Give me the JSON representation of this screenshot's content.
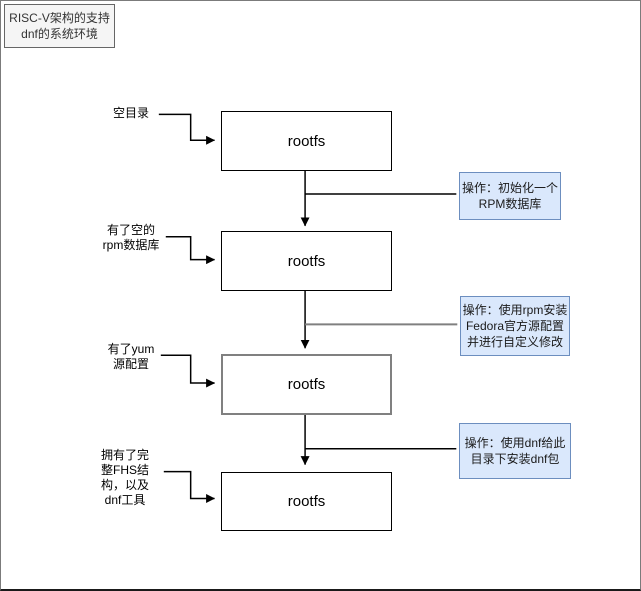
{
  "diagram": {
    "title": [
      "RISC-V架构的支持",
      "dnf的系统环境"
    ],
    "nodes": [
      {
        "label": "rootfs"
      },
      {
        "label": "rootfs"
      },
      {
        "label": "rootfs"
      },
      {
        "label": "rootfs"
      }
    ],
    "stage_labels": [
      {
        "text": [
          "空目录"
        ]
      },
      {
        "text": [
          "有了空的",
          "rpm数据库"
        ]
      },
      {
        "text": [
          "有了yum",
          "源配置"
        ]
      },
      {
        "text": [
          "拥有了完",
          "整FHS结",
          "构，以及",
          "dnf工具"
        ]
      }
    ],
    "operations": [
      {
        "text": [
          "操作：初始化一个",
          "RPM数据库"
        ]
      },
      {
        "text": [
          "操作：使用rpm安装",
          "Fedora官方源配置",
          "并进行自定义修改"
        ]
      },
      {
        "text": [
          "操作：使用dnf给此",
          "目录下安装dnf包"
        ]
      }
    ]
  },
  "colors": {
    "op-fill": "#dae8fc",
    "op-border": "#6c8ebf",
    "node-border": "#000000",
    "node-border-gray": "#808080",
    "title-fill": "#f5f5f5",
    "title-border": "#666666",
    "line": "#000000",
    "line-gray": "#808080"
  }
}
